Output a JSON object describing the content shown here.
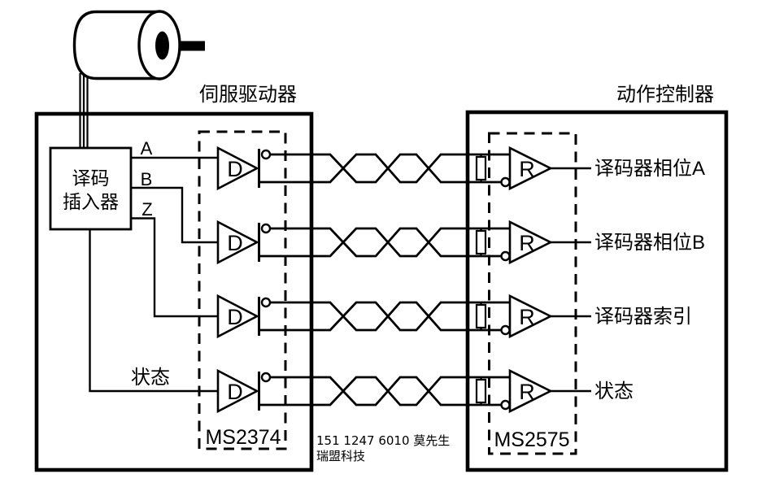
{
  "diagram": {
    "background": "#ffffff",
    "line_color": "#000000",
    "servo_driver_title": "伺服驱动器",
    "motion_controller_title": "动作控制器",
    "encoder_box": {
      "line1": "译码",
      "line2": "插入器"
    },
    "driver_chip_label": "MS2374",
    "receiver_chip_label": "MS2575",
    "driver_gate_letter": "D",
    "receiver_gate_letter": "R",
    "rows": [
      {
        "input_label": "A",
        "output_label": "译码器相位A"
      },
      {
        "input_label": "B",
        "output_label": "译码器相位B"
      },
      {
        "input_label": "Z",
        "output_label": "译码器索引"
      },
      {
        "input_label": "状态",
        "output_label": "状态"
      }
    ],
    "watermark": {
      "line1": "151 1247 6010 莫先生",
      "line2": "瑞盟科技"
    }
  }
}
